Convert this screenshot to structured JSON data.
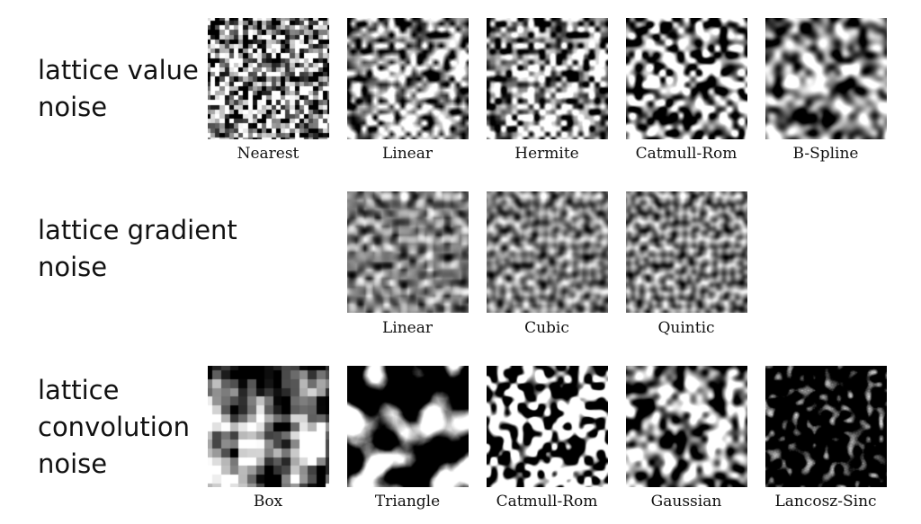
{
  "rows": [
    {
      "title": "lattice value\nnoise",
      "samples": [
        {
          "label": "Nearest",
          "style": "nearest"
        },
        {
          "label": "Linear",
          "style": "linear"
        },
        {
          "label": "Hermite",
          "style": "hermite"
        },
        {
          "label": "Catmull-Rom",
          "style": "catmull"
        },
        {
          "label": "B-Spline",
          "style": "bspline"
        }
      ]
    },
    {
      "title": "lattice gradient\nnoise",
      "samples": [
        {
          "label": "Linear",
          "style": "grad-linear"
        },
        {
          "label": "Cubic",
          "style": "grad-cubic"
        },
        {
          "label": "Quintic",
          "style": "grad-quintic"
        }
      ]
    },
    {
      "title": "lattice\nconvolution\nnoise",
      "samples": [
        {
          "label": "Box",
          "style": "box"
        },
        {
          "label": "Triangle",
          "style": "triangle"
        },
        {
          "label": "Catmull-Rom",
          "style": "conv-catmull"
        },
        {
          "label": "Gaussian",
          "style": "gaussian"
        },
        {
          "label": "Lancosz-Sinc",
          "style": "lanczos"
        }
      ]
    }
  ]
}
